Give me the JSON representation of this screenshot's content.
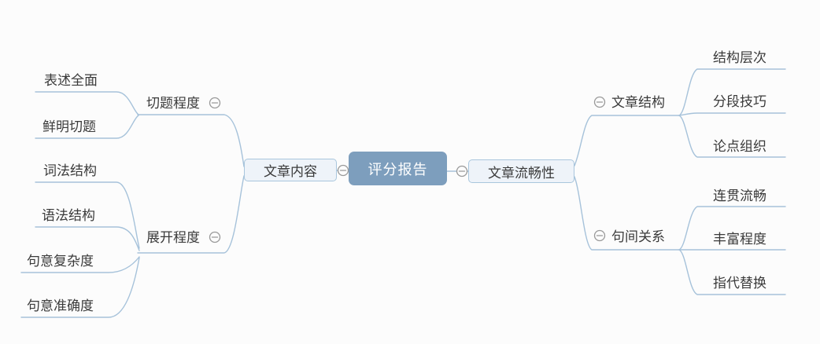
{
  "colors": {
    "background": "#fcfcfc",
    "line": "#a6c2da",
    "node_border": "#a9c6dd",
    "node_fill": "#eef3f9",
    "root_fill": "#7d9ebd",
    "root_text": "#ffffff",
    "text": "#3a3a3a",
    "icon": "#999999"
  },
  "icons": {
    "collapse": "minus-circle"
  },
  "mindmap": {
    "root": {
      "label": "评分报告"
    },
    "branches": [
      {
        "label": "文章内容",
        "side": "left",
        "children": [
          {
            "label": "切题程度",
            "children": [
              {
                "label": "表述全面"
              },
              {
                "label": "鲜明切题"
              }
            ]
          },
          {
            "label": "展开程度",
            "children": [
              {
                "label": "词法结构"
              },
              {
                "label": "语法结构"
              },
              {
                "label": "句意复杂度"
              },
              {
                "label": "句意准确度"
              }
            ]
          }
        ]
      },
      {
        "label": "文章流畅性",
        "side": "right",
        "children": [
          {
            "label": "文章结构",
            "children": [
              {
                "label": "结构层次"
              },
              {
                "label": "分段技巧"
              },
              {
                "label": "论点组织"
              }
            ]
          },
          {
            "label": "句间关系",
            "children": [
              {
                "label": "连贯流畅"
              },
              {
                "label": "丰富程度"
              },
              {
                "label": "指代替换"
              }
            ]
          }
        ]
      }
    ]
  }
}
